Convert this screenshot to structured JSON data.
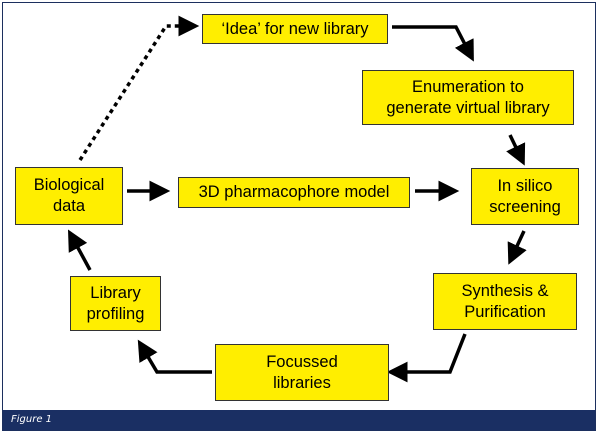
{
  "nodes": {
    "idea": "‘Idea’ for new library",
    "enumeration": "Enumeration to\ngenerate virtual library",
    "insilico": "In silico\nscreening",
    "pharmacophore": "3D pharmacophore model",
    "biological": "Biological\ndata",
    "synthesis": "Synthesis &\nPurification",
    "focussed": "Focussed\nlibraries",
    "profiling": "Library\nprofiling"
  },
  "caption": "Figure 1",
  "colors": {
    "box_fill": "#ffee00",
    "caption_bar": "#1a2f63",
    "arrow": "#000000"
  }
}
